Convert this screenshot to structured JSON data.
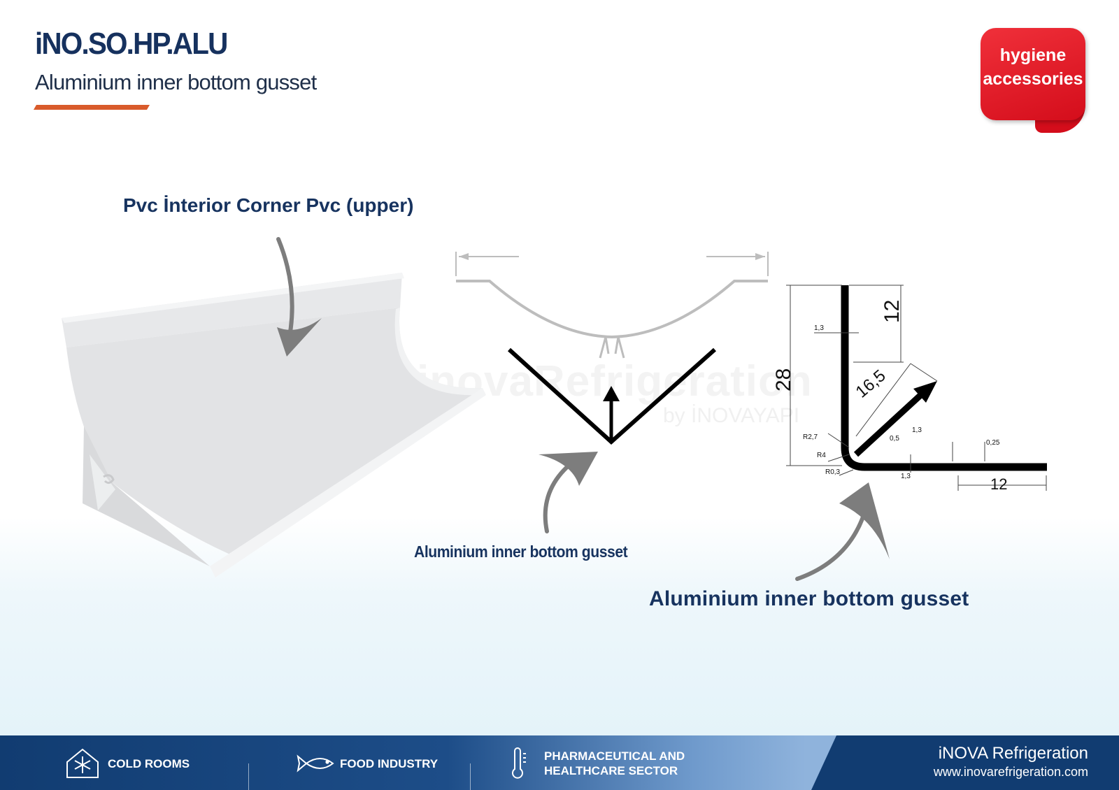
{
  "header": {
    "code": "iNO.SO.HP.ALU",
    "subtitle": "Aluminium inner bottom gusset"
  },
  "badge": {
    "line1": "hygiene",
    "line2": "accessories"
  },
  "labels": {
    "pvc_corner": "Pvc İnterior Corner Pvc (upper)",
    "gusset_middle": "Aluminium inner bottom gusset",
    "gusset_right": "Aluminium inner bottom gusset"
  },
  "watermark": {
    "main": "inovaRefrigeration",
    "sub": "by İNOVAYAPI"
  },
  "drawing_dims": {
    "height": "28",
    "top_leg": "12",
    "diagonal": "16,5",
    "bottom_leg": "12",
    "t1": "1,3",
    "t2": "1,3",
    "t3": "1,3",
    "g1": "0,5",
    "g2": "0,25",
    "r1": "R2,7",
    "r2": "R4",
    "r3": "R0,3"
  },
  "footer": {
    "items": [
      {
        "label": "COLD ROOMS",
        "icon": "snowflake-house-icon"
      },
      {
        "label": "FOOD INDUSTRY",
        "icon": "fish-icon"
      },
      {
        "label_line1": "PHARMACEUTICAL AND",
        "label_line2": "HEALTHCARE SECTOR",
        "icon": "thermometer-icon"
      }
    ],
    "brand": "iNOVA Refrigeration",
    "website": "www.inovarefrigeration.com"
  },
  "colors": {
    "navy": "#17335f",
    "accent_orange": "#d95b2b",
    "badge_red": "#e3141f",
    "footer_blue": "#113c71"
  }
}
